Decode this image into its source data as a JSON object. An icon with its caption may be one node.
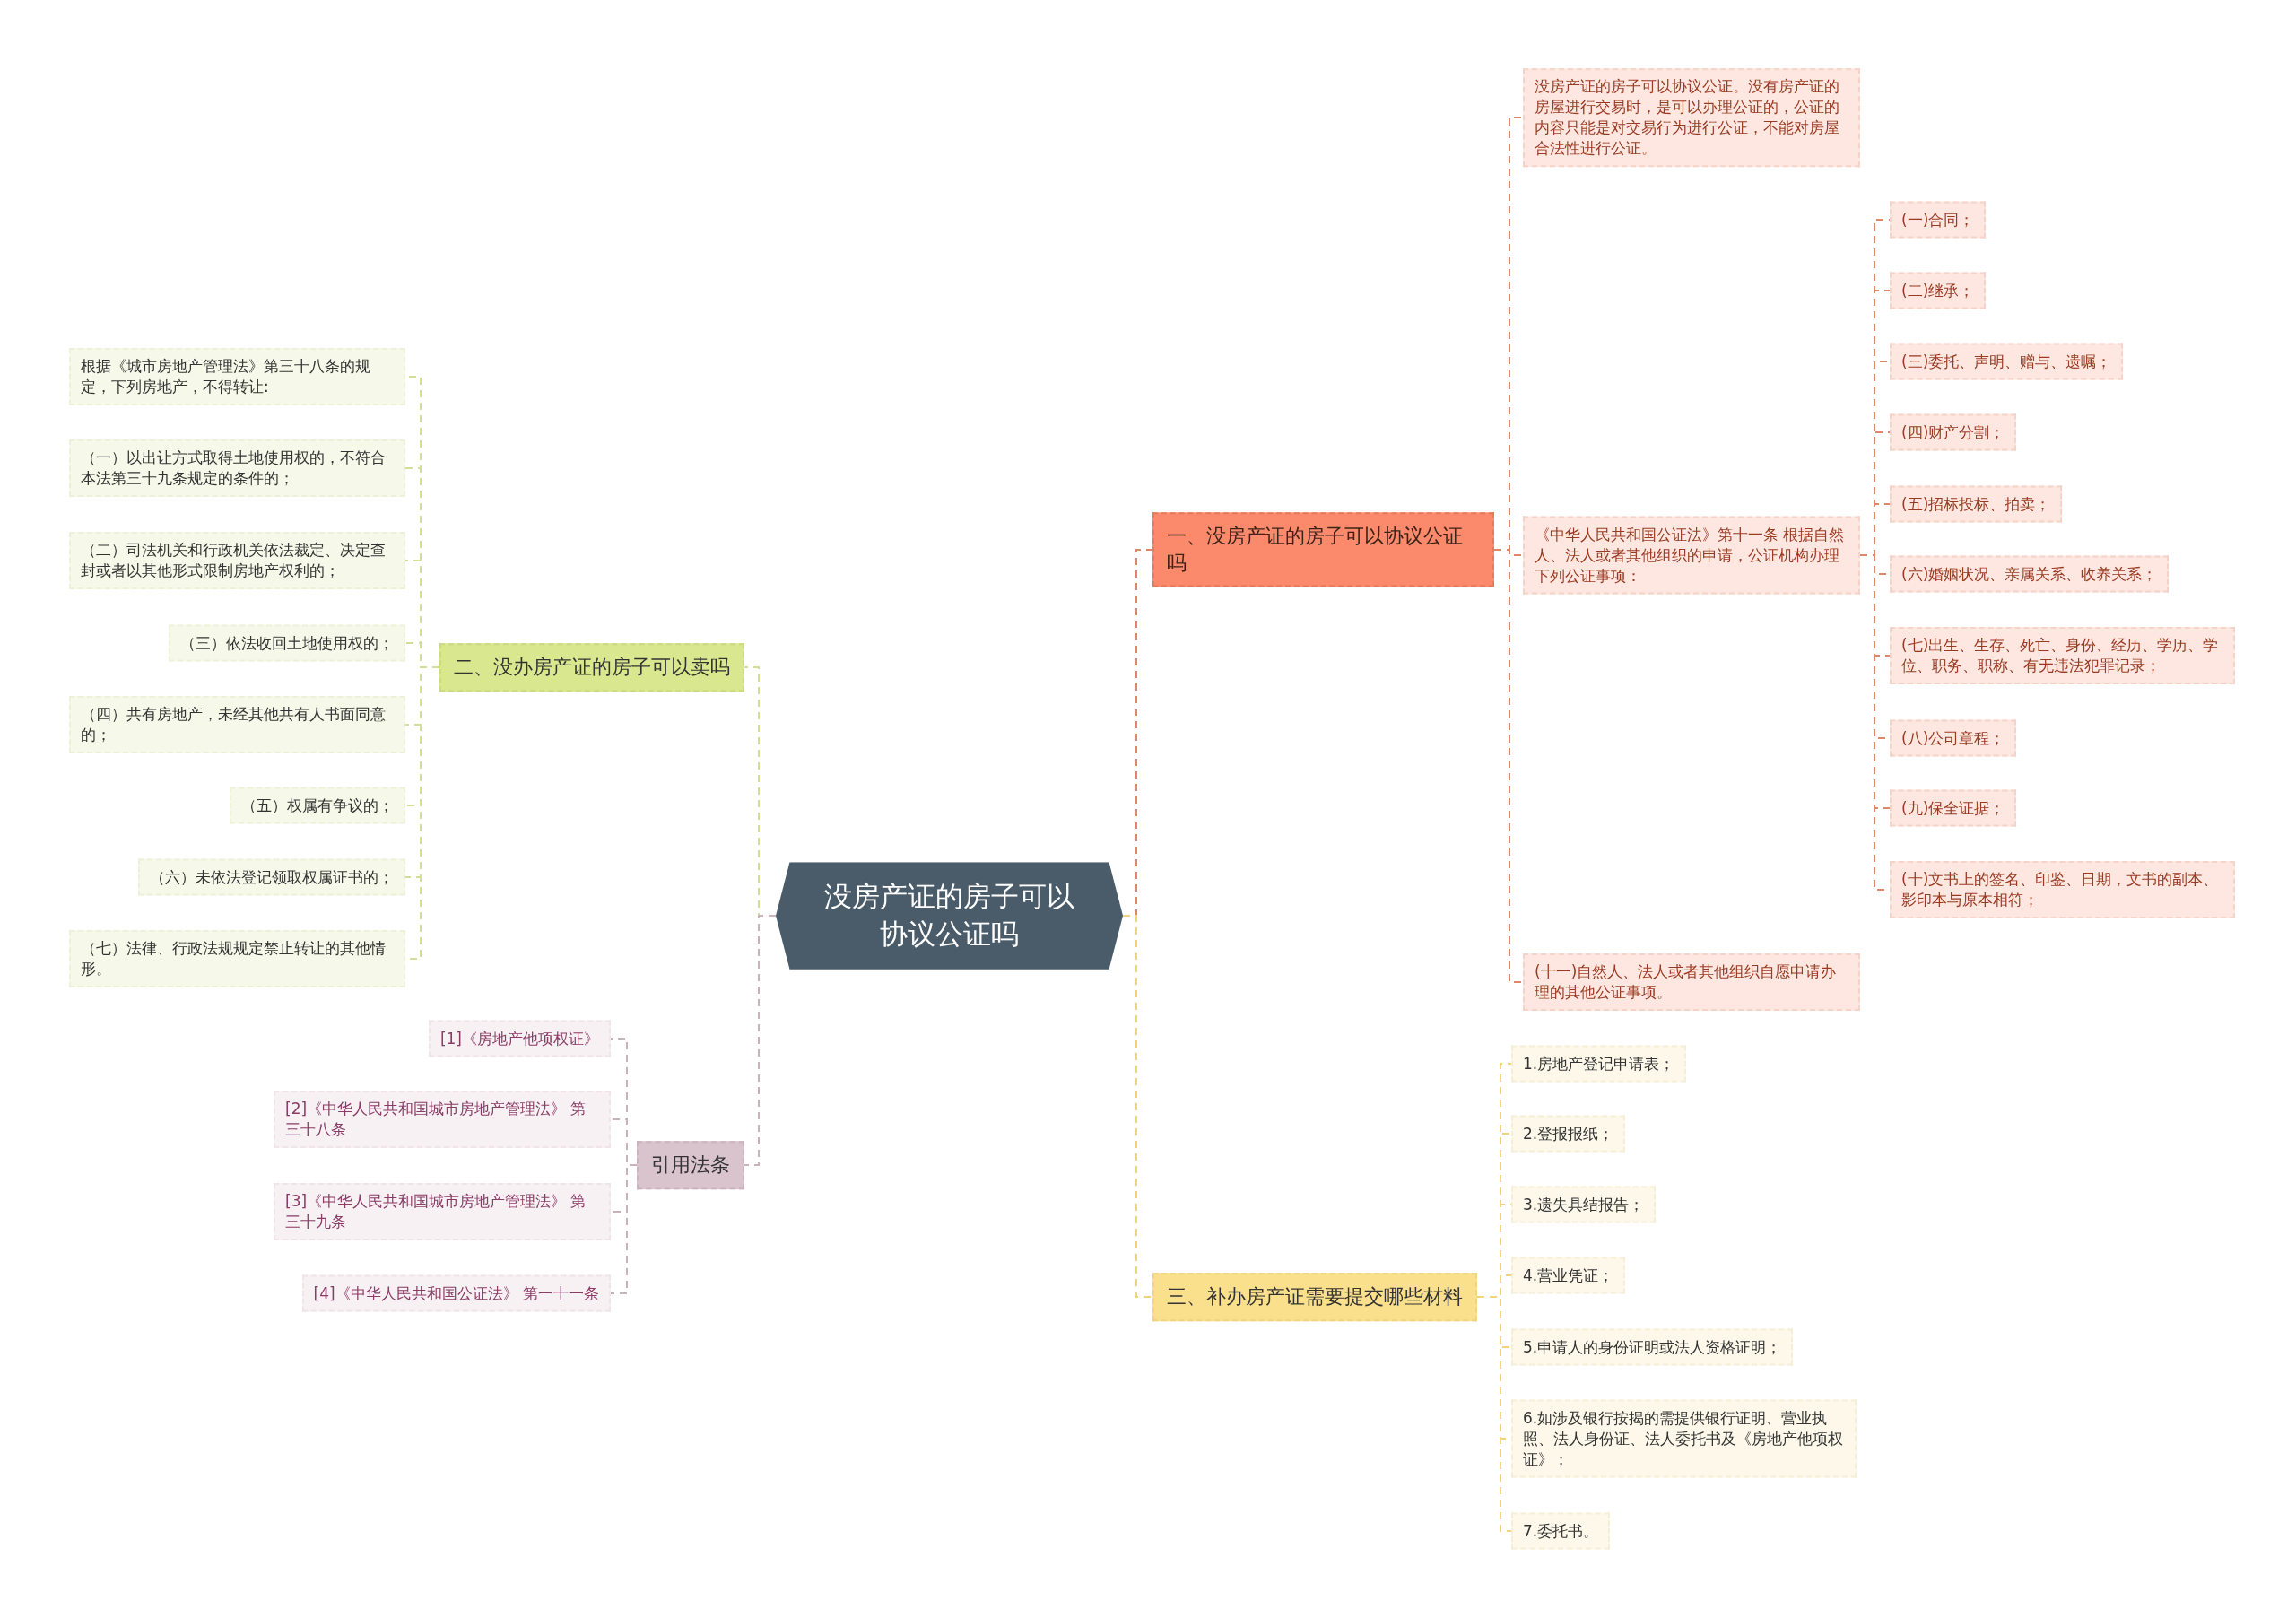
{
  "diagram": {
    "nodes": [
      {
        "text": [
          "没房产证的房子可以协议公证吗"
        ]
      },
      {
        "text": [
          "一、没房产证的房子可以协议公证吗"
        ]
      },
      {
        "text": [
          "没房产证的房子可以协议公证。没有房产证的房屋进行交易时，是可以办理公证的，公证的内容只能是对交易行为进行公证，不能对房屋合法性进行公证。"
        ]
      },
      {
        "text": [
          "《中华人民共和国公证法》第十一条 根据自然人、法人或者其他组织的申请，公证机构办理下列公证事项："
        ]
      },
      {
        "text": [
          "(一)合同；"
        ]
      },
      {
        "text": [
          "(二)继承；"
        ]
      },
      {
        "text": [
          "(三)委托、声明、赠与、遗嘱；"
        ]
      },
      {
        "text": [
          "(四)财产分割；"
        ]
      },
      {
        "text": [
          "(五)招标投标、拍卖；"
        ]
      },
      {
        "text": [
          "(六)婚姻状况、亲属关系、收养关系；"
        ]
      },
      {
        "text": [
          "(七)出生、生存、死亡、身份、经历、学历、学位、职务、职称、有无违法犯罪记录；"
        ]
      },
      {
        "text": [
          "(八)公司章程；"
        ]
      },
      {
        "text": [
          "(九)保全证据；"
        ]
      },
      {
        "text": [
          "(十)文书上的签名、印鉴、日期，文书的副本、影印本与原本相符；"
        ]
      },
      {
        "text": [
          "(十一)自然人、法人或者其他组织自愿申请办理的其他公证事项。"
        ]
      },
      {
        "text": [
          "三、补办房产证需要提交哪些材料"
        ]
      },
      {
        "text": [
          "1.房地产登记申请表；"
        ]
      },
      {
        "text": [
          "2.登报报纸；"
        ]
      },
      {
        "text": [
          "3.遗失具结报告；"
        ]
      },
      {
        "text": [
          "4.营业凭证；"
        ]
      },
      {
        "text": [
          "5.申请人的身份证明或法人资格证明；"
        ]
      },
      {
        "text": [
          "6.如涉及银行按揭的需提供银行证明、营业执照、法人身份证、法人委托书及《房地产他项权证》；"
        ]
      },
      {
        "text": [
          "7.委托书。"
        ]
      },
      {
        "text": [
          "二、没办房产证的房子可以卖吗"
        ]
      },
      {
        "text": [
          "根据《城市房地产管理法》第三十八条的规定，下列房地产，不得转让:"
        ]
      },
      {
        "text": [
          "（一）以出让方式取得土地使用权的，不符合本法第三十九条规定的条件的；"
        ]
      },
      {
        "text": [
          "（二）司法机关和行政机关依法裁定、决定查封或者以其他形式限制房地产权利的；"
        ]
      },
      {
        "text": [
          "（三）依法收回土地使用权的；"
        ]
      },
      {
        "text": [
          "（四）共有房地产，未经其他共有人书面同意的；"
        ]
      },
      {
        "text": [
          "（五）权属有争议的；"
        ]
      },
      {
        "text": [
          "（六）未依法登记领取权属证书的；"
        ]
      },
      {
        "text": [
          "（七）法律、行政法规规定禁止转让的其他情形。"
        ]
      },
      {
        "text": [
          "引用法条"
        ]
      },
      {
        "text": [
          "[1]《房地产他项权证》"
        ]
      },
      {
        "text": [
          "[2]《中华人民共和国城市房地产管理法》 第三十八条"
        ]
      },
      {
        "text": [
          "[3]《中华人民共和国城市房地产管理法》 第三十九条"
        ]
      },
      {
        "text": [
          "[4]《中华人民共和国公证法》 第一十一条"
        ]
      }
    ],
    "edges": [
      {
        "from": 0,
        "to": 1,
        "arrow": "none",
        "style": "dashed",
        "color": "#e0876a"
      },
      {
        "from": 1,
        "to": 2,
        "arrow": "none",
        "style": "dashed",
        "color": "#e0876a"
      },
      {
        "from": 1,
        "to": 3,
        "arrow": "none",
        "style": "dashed",
        "color": "#e0876a"
      },
      {
        "from": 3,
        "to": 4,
        "arrow": "none",
        "style": "dashed",
        "color": "#e0876a"
      },
      {
        "from": 3,
        "to": 5,
        "arrow": "none",
        "style": "dashed",
        "color": "#e0876a"
      },
      {
        "from": 3,
        "to": 6,
        "arrow": "none",
        "style": "dashed",
        "color": "#e0876a"
      },
      {
        "from": 3,
        "to": 7,
        "arrow": "none",
        "style": "dashed",
        "color": "#e0876a"
      },
      {
        "from": 3,
        "to": 8,
        "arrow": "none",
        "style": "dashed",
        "color": "#e0876a"
      },
      {
        "from": 3,
        "to": 9,
        "arrow": "none",
        "style": "dashed",
        "color": "#e0876a"
      },
      {
        "from": 3,
        "to": 10,
        "arrow": "none",
        "style": "dashed",
        "color": "#e0876a"
      },
      {
        "from": 3,
        "to": 11,
        "arrow": "none",
        "style": "dashed",
        "color": "#e0876a"
      },
      {
        "from": 3,
        "to": 12,
        "arrow": "none",
        "style": "dashed",
        "color": "#e0876a"
      },
      {
        "from": 3,
        "to": 13,
        "arrow": "none",
        "style": "dashed",
        "color": "#e0876a"
      },
      {
        "from": 1,
        "to": 14,
        "arrow": "none",
        "style": "dashed",
        "color": "#e0876a"
      },
      {
        "from": 0,
        "to": 15,
        "arrow": "none",
        "style": "dashed",
        "color": "#f0d47c"
      },
      {
        "from": 15,
        "to": 16,
        "arrow": "none",
        "style": "dashed",
        "color": "#f0d47c"
      },
      {
        "from": 15,
        "to": 17,
        "arrow": "none",
        "style": "dashed",
        "color": "#f0d47c"
      },
      {
        "from": 15,
        "to": 18,
        "arrow": "none",
        "style": "dashed",
        "color": "#f0d47c"
      },
      {
        "from": 15,
        "to": 19,
        "arrow": "none",
        "style": "dashed",
        "color": "#f0d47c"
      },
      {
        "from": 15,
        "to": 20,
        "arrow": "none",
        "style": "dashed",
        "color": "#f0d47c"
      },
      {
        "from": 15,
        "to": 21,
        "arrow": "none",
        "style": "dashed",
        "color": "#f0d47c"
      },
      {
        "from": 15,
        "to": 22,
        "arrow": "none",
        "style": "dashed",
        "color": "#f0d47c"
      },
      {
        "from": 0,
        "to": 23,
        "arrow": "none",
        "style": "dashed",
        "color": "#d3df98"
      },
      {
        "from": 23,
        "to": 24,
        "arrow": "none",
        "style": "dashed",
        "color": "#d3df98"
      },
      {
        "from": 23,
        "to": 25,
        "arrow": "none",
        "style": "dashed",
        "color": "#d3df98"
      },
      {
        "from": 23,
        "to": 26,
        "arrow": "none",
        "style": "dashed",
        "color": "#d3df98"
      },
      {
        "from": 23,
        "to": 27,
        "arrow": "none",
        "style": "dashed",
        "color": "#d3df98"
      },
      {
        "from": 23,
        "to": 28,
        "arrow": "none",
        "style": "dashed",
        "color": "#d3df98"
      },
      {
        "from": 23,
        "to": 29,
        "arrow": "none",
        "style": "dashed",
        "color": "#d3df98"
      },
      {
        "from": 23,
        "to": 30,
        "arrow": "none",
        "style": "dashed",
        "color": "#d3df98"
      },
      {
        "from": 23,
        "to": 31,
        "arrow": "none",
        "style": "dashed",
        "color": "#d3df98"
      },
      {
        "from": 0,
        "to": 32,
        "arrow": "none",
        "style": "dashed",
        "color": "#c8b2bc"
      },
      {
        "from": 32,
        "to": 33,
        "arrow": "none",
        "style": "dashed",
        "color": "#c8b2bc"
      },
      {
        "from": 32,
        "to": 34,
        "arrow": "none",
        "style": "dashed",
        "color": "#c8b2bc"
      },
      {
        "from": 32,
        "to": 35,
        "arrow": "none",
        "style": "dashed",
        "color": "#c8b2bc"
      },
      {
        "from": 32,
        "to": 36,
        "arrow": "none",
        "style": "dashed",
        "color": "#c8b2bc"
      }
    ]
  }
}
